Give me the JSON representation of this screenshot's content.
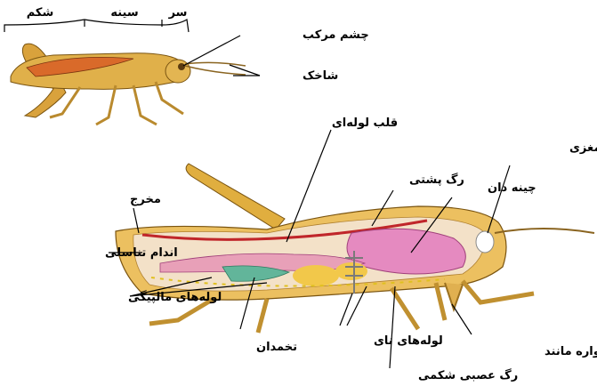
{
  "top_diagram": {
    "region_labels": {
      "abdomen": "شکم",
      "thorax": "سینه",
      "head": "سر"
    },
    "compound_eye": "چشم مرکب",
    "antenna": "شاخک"
  },
  "anatomy_diagram": {
    "tubular_heart": "قلب لوله‌ای",
    "brain_ganglia": "گره های مغزی",
    "crop": "چینه دان",
    "dorsal_vessel": "رگ پشتی",
    "anus": "مخرج",
    "genitalia": "اندام تناسلی",
    "malpighian_tubules": "لوله‌های مالپیگی",
    "ovary": "تخمدان",
    "tracheae": "لوله‌های نای",
    "mouthparts": "صفحات آواره مانند",
    "ventral_nerve_cord": "رگ عصبی شکمی"
  }
}
